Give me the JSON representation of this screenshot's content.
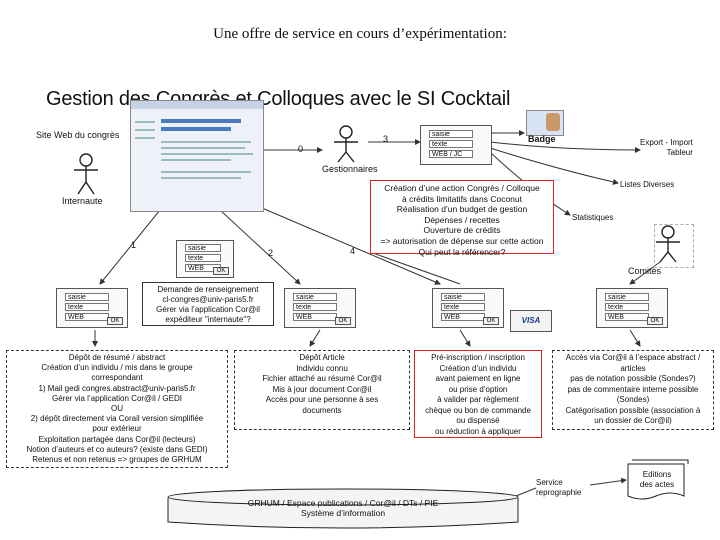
{
  "slide_title": "Une offre de service en cours d’expérimentation:",
  "diagram_title": "Gestion des Congrès et Colloques avec le SI Cocktail",
  "actors": {
    "site_web": "Site Web du congrès",
    "internaute": "Internaute",
    "gestionnaires": "Gestionnaires",
    "badge": "Badge",
    "export": "Export - Import\nTableur",
    "listes": "Listes Diverses",
    "statistiques": "Statistiques",
    "comites": "Comités"
  },
  "numbers": {
    "n0": "0",
    "n1": "1",
    "n2": "2",
    "n3": "3",
    "n4": "4"
  },
  "form_fields": {
    "saisie": "saisie",
    "texte": "texte",
    "web": "WEB",
    "ok": "OK",
    "web_jc": "WEB / JC"
  },
  "card_brand": "VISA",
  "boxes": {
    "creation": "Création d’une action Congrès / Colloque\nà crédits limitatifs dans Coconut\nRéalisation d’un budget de gestion\nDépenses / recettes\nOuverture de crédits\n=> autorisation de dépense sur cette action\nQui peut la référencer?",
    "demande": "Demande de renseignement\ncl-congres@univ-paris5.fr\nGérer via l’application Cor@il\nexpéditeur \"internaute\"?",
    "depot_resume": "Dépôt de résumé / abstract\nCréation d’un individu / mis dans le groupe\ncorrespondant\n1) Mail gedi congres.abstract@univ-paris5.fr\nGérer via l’application Cor@il / GEDI\nOU\n2) dépôt directement via Corail version simplifiée\npour extérieur\nExploitation partagée dans Cor@il (lecteurs)\nNotion d’auteurs et co auteurs? (existe dans GEDI)\nRetenus et non retenus => groupes de GRHUM",
    "depot_article": "Dépôt Article\nIndividu connu\nFichier attaché au résumé Cor@il\nMis à jour document Cor@il\nAccès pour une personne à ses\ndocuments",
    "preinscription": "Pré-inscription / inscription\nCréation d’un individu\navant paiement en ligne\nou prise d’option\nà valider par règlement\nchèque ou bon de commande\nou dispensé\nou réduction à appliquer",
    "acces": "Accès via Cor@il à l’espace abstract /\narticles\npas de notation possible (Sondes?)\npas de commentaire interne possible\n(Sondes)\nCatégorisation possible (association à\nun dossier de Cor@il)"
  },
  "service_repro": "Service\nreprographie",
  "editions": "Editions\ndes actes",
  "database": "GRHUM / Espace publications / Cor@il / DTs / PIE\nSystème d’information"
}
